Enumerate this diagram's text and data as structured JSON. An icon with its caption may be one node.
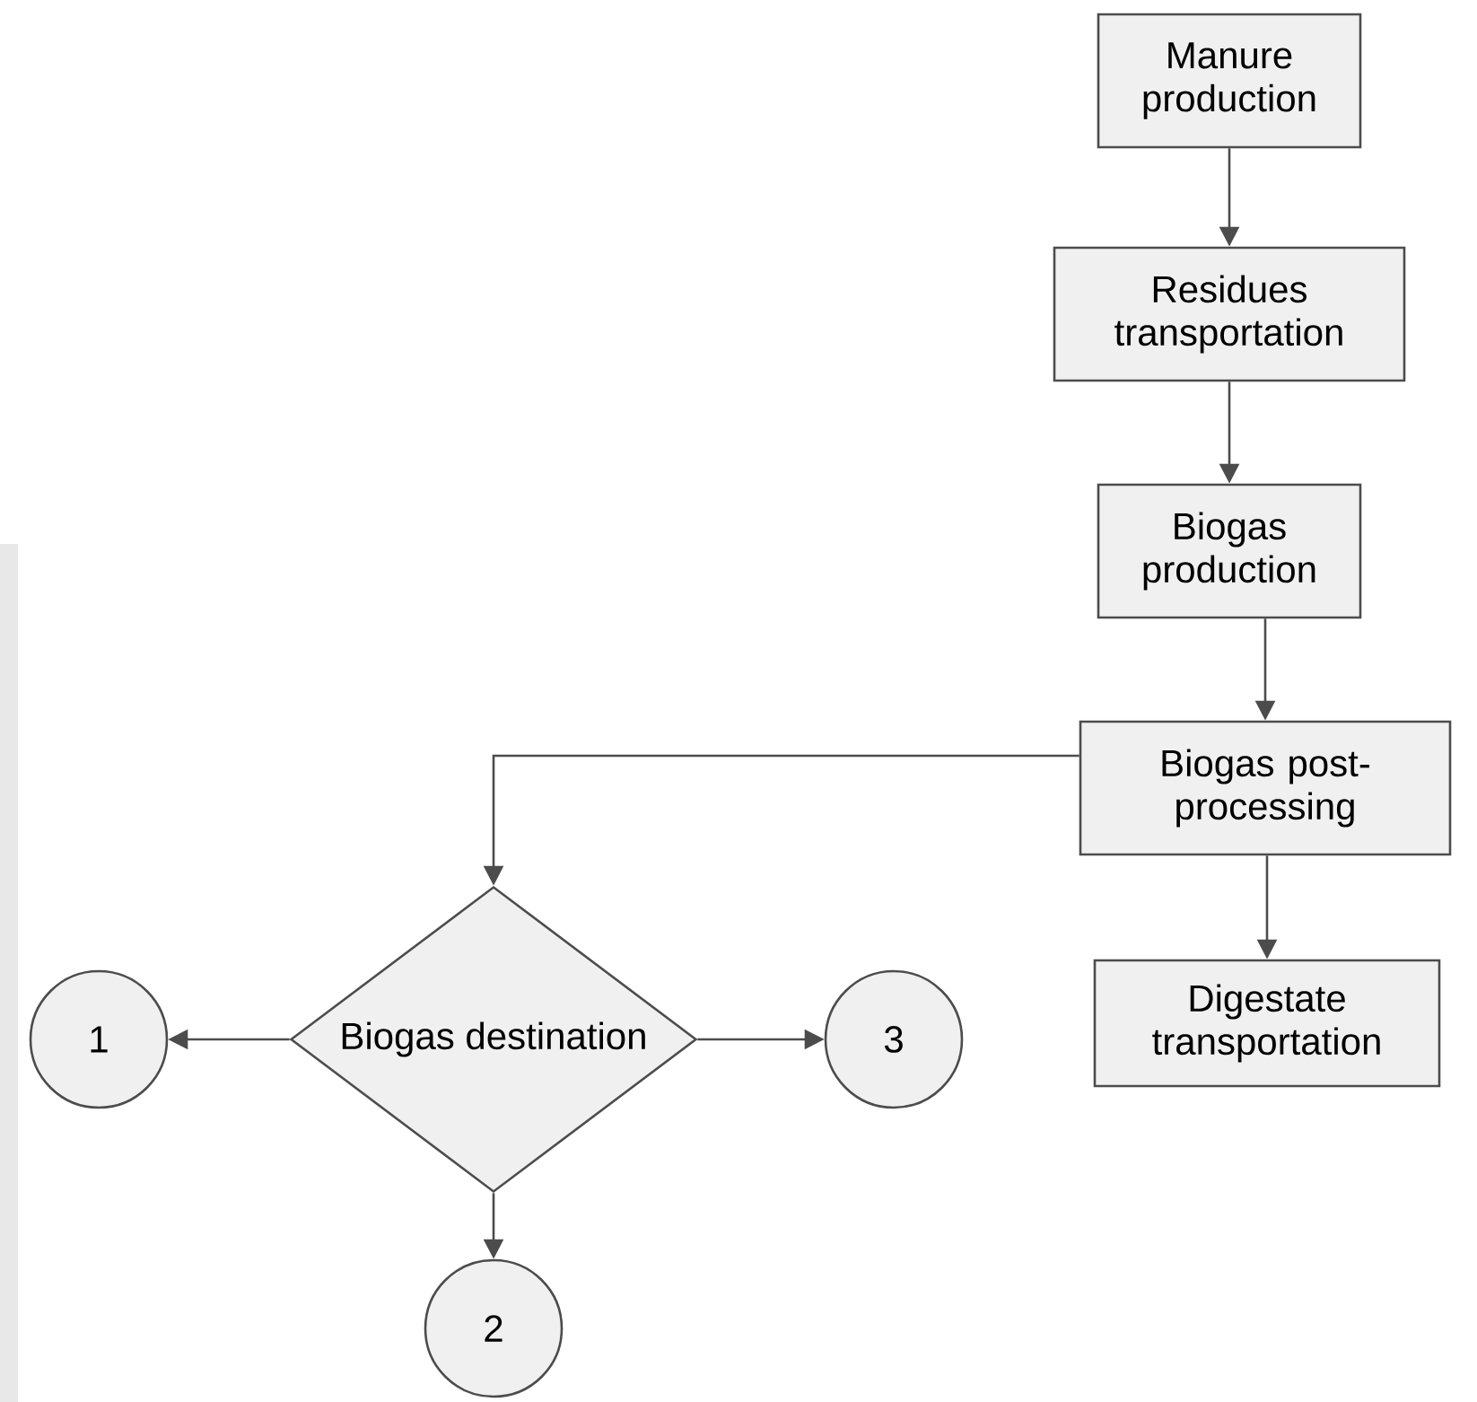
{
  "diagram": {
    "nodes": [
      {
        "text": [
          "Manure production"
        ]
      },
      {
        "text": [
          "Residues transportation"
        ]
      },
      {
        "text": [
          "Biogas production"
        ]
      },
      {
        "text": [
          "Biogas post-processing"
        ]
      },
      {
        "text": [
          "Digestate transportation"
        ]
      },
      {
        "text": [
          "Biogas destination"
        ]
      },
      {
        "text": [
          "1"
        ]
      },
      {
        "text": [
          "3"
        ]
      },
      {
        "text": [
          "2"
        ]
      }
    ],
    "edges": [
      {
        "from": 0,
        "to": 1,
        "arrow": "to"
      },
      {
        "from": 1,
        "to": 2,
        "arrow": "to"
      },
      {
        "from": 2,
        "to": 3,
        "arrow": "to"
      },
      {
        "from": 3,
        "to": 5,
        "arrow": "to"
      },
      {
        "from": 3,
        "to": 4,
        "arrow": "to"
      },
      {
        "from": 5,
        "to": 6,
        "arrow": "to"
      },
      {
        "from": 5,
        "to": 7,
        "arrow": "to"
      },
      {
        "from": 5,
        "to": 8,
        "arrow": "to"
      }
    ]
  }
}
